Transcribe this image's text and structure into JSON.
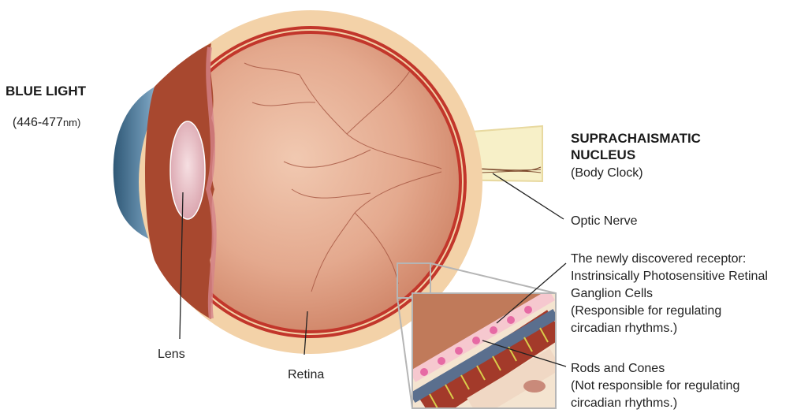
{
  "blue_light": {
    "title": "BLUE LIGHT",
    "range_value": "(446-477",
    "range_unit": "nm)"
  },
  "scn": {
    "title_line1": "SUPRACHAISMATIC",
    "title_line2": "NUCLEUS",
    "subtitle": "(Body Clock)"
  },
  "labels": {
    "optic_nerve": "Optic Nerve",
    "lens": "Lens",
    "retina": "Retina"
  },
  "iprgc": {
    "line1": "The newly discovered receptor:",
    "line2": "Instrinsically Photosensitive Retinal",
    "line3": "Ganglion Cells",
    "line4": "(Responsible for regulating",
    "line5": "circadian rhythms.)"
  },
  "rods_cones": {
    "line1": "Rods and Cones",
    "line2": "(Not responsible for regulating",
    "line3": "circadian rhythms.)"
  },
  "colors": {
    "sclera": "#f3d2a8",
    "choroid": "#c2362b",
    "vitreous": "#e3a98e",
    "cornea": "#5d86a6",
    "nerve": "#f7f0c8",
    "iris": "#a8482f"
  }
}
